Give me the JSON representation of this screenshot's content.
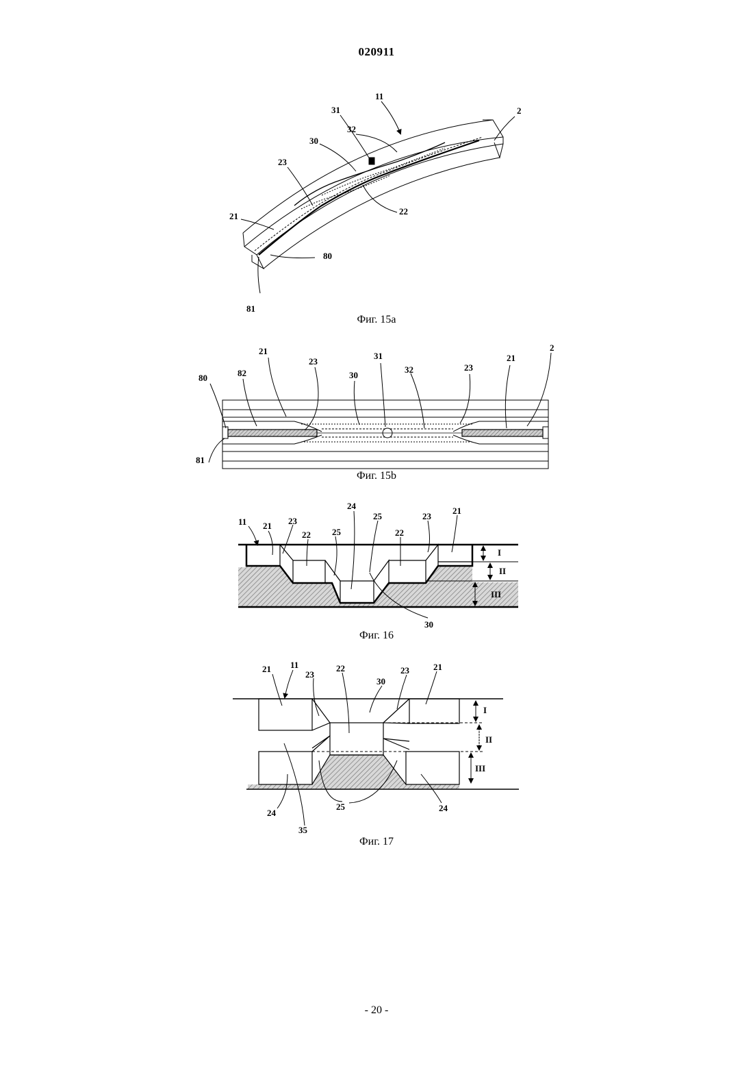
{
  "header": {
    "doc_number": "020911"
  },
  "footer": {
    "page_number": "- 20 -"
  },
  "figures": {
    "fig15a": {
      "caption": "Фиг. 15a",
      "labels": {
        "l11": "11",
        "l2": "2",
        "l31": "31",
        "l32": "32",
        "l30": "30",
        "l23": "23",
        "l22": "22",
        "l21": "21",
        "l80": "80",
        "l81": "81"
      }
    },
    "fig15b": {
      "caption": "Фиг. 15b",
      "labels": {
        "l21a": "21",
        "l80": "80",
        "l82": "82",
        "l23a": "23",
        "l31": "31",
        "l30": "30",
        "l32": "32",
        "l23b": "23",
        "l21b": "21",
        "l2": "2",
        "l81": "81"
      }
    },
    "fig16": {
      "caption": "Фиг. 16",
      "labels": {
        "l11": "11",
        "l21a": "21",
        "l23a": "23",
        "l22a": "22",
        "l24": "24",
        "l25a": "25",
        "l25b": "25",
        "l22b": "22",
        "l23b": "23",
        "l21b": "21",
        "l30": "30",
        "lI": "I",
        "lII": "II",
        "lIII": "III"
      }
    },
    "fig17": {
      "caption": "Фиг. 17",
      "labels": {
        "l21a": "21",
        "l11": "11",
        "l23a": "23",
        "l22": "22",
        "l30": "30",
        "l23b": "23",
        "l21b": "21",
        "l24a": "24",
        "l25": "25",
        "l24b": "24",
        "l35": "35",
        "lI": "I",
        "lII": "II",
        "lIII": "III"
      }
    }
  }
}
